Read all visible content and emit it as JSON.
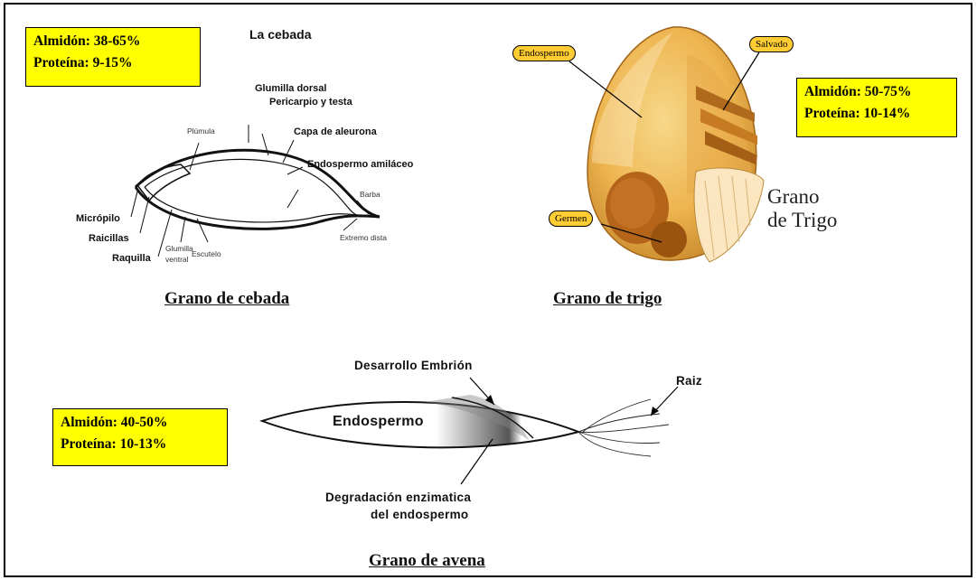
{
  "barley": {
    "title": "La cebada",
    "composition": [
      "Almidón: 38-65%",
      "Proteína: 9-15%"
    ],
    "labels": {
      "glumilla_dorsal": "Glumilla dorsal",
      "pericarpio": "Pericarpio y testa",
      "plumula": "Plúmula",
      "aleurona": "Capa de aleurona",
      "endospermo": "Endospermo amiláceo",
      "barba": "Barba",
      "micropilo": "Micrópilo",
      "raicillas": "Raicillas",
      "raquilla": "Raquilla",
      "glumilla_ventral_1": "Glumilla",
      "glumilla_ventral_2": "ventral",
      "escutelo": "Escutelo",
      "extremo": "Extremo dista"
    },
    "caption": "Grano de cebada"
  },
  "wheat": {
    "composition": [
      "Almidón: 50-75%",
      "Proteína: 10-14%"
    ],
    "labels": {
      "endospermo": "Endospermo",
      "salvado": "Salvado",
      "germen": "Germen"
    },
    "name": [
      "Grano",
      "de Trigo"
    ],
    "caption": "Grano de trigo",
    "colors": {
      "seed_light": "#f2c46a",
      "seed_dark": "#c8812a",
      "germ": "#a85a12",
      "pill": "#ffcc33"
    }
  },
  "oat": {
    "composition": [
      "Almidón: 40-50%",
      "Proteína: 10-13%"
    ],
    "labels": {
      "desarrollo": "Desarrollo Embrión",
      "endospermo": "Endospermo",
      "raiz": "Raiz",
      "degradacion_1": "Degradación enzimatica",
      "degradacion_2": "del endospermo"
    },
    "caption": "Grano de avena"
  },
  "colors": {
    "highlight_box": "#ffff00"
  }
}
